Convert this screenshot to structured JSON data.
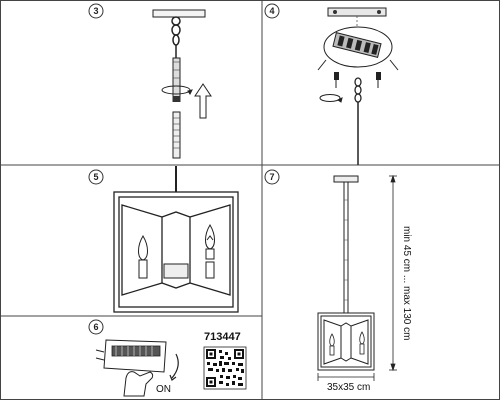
{
  "steps": {
    "s3": "3",
    "s4": "4",
    "s5": "5",
    "s6": "6",
    "s7": "7"
  },
  "product_code": "713447",
  "switch_label": "ON",
  "dimensions": {
    "height": "min 45 cm ... max 130 cm",
    "width": "35x35 cm"
  },
  "icons": [
    "rotate-arrow-icon",
    "up-arrow-icon",
    "qr-code-icon",
    "hand-icon"
  ]
}
